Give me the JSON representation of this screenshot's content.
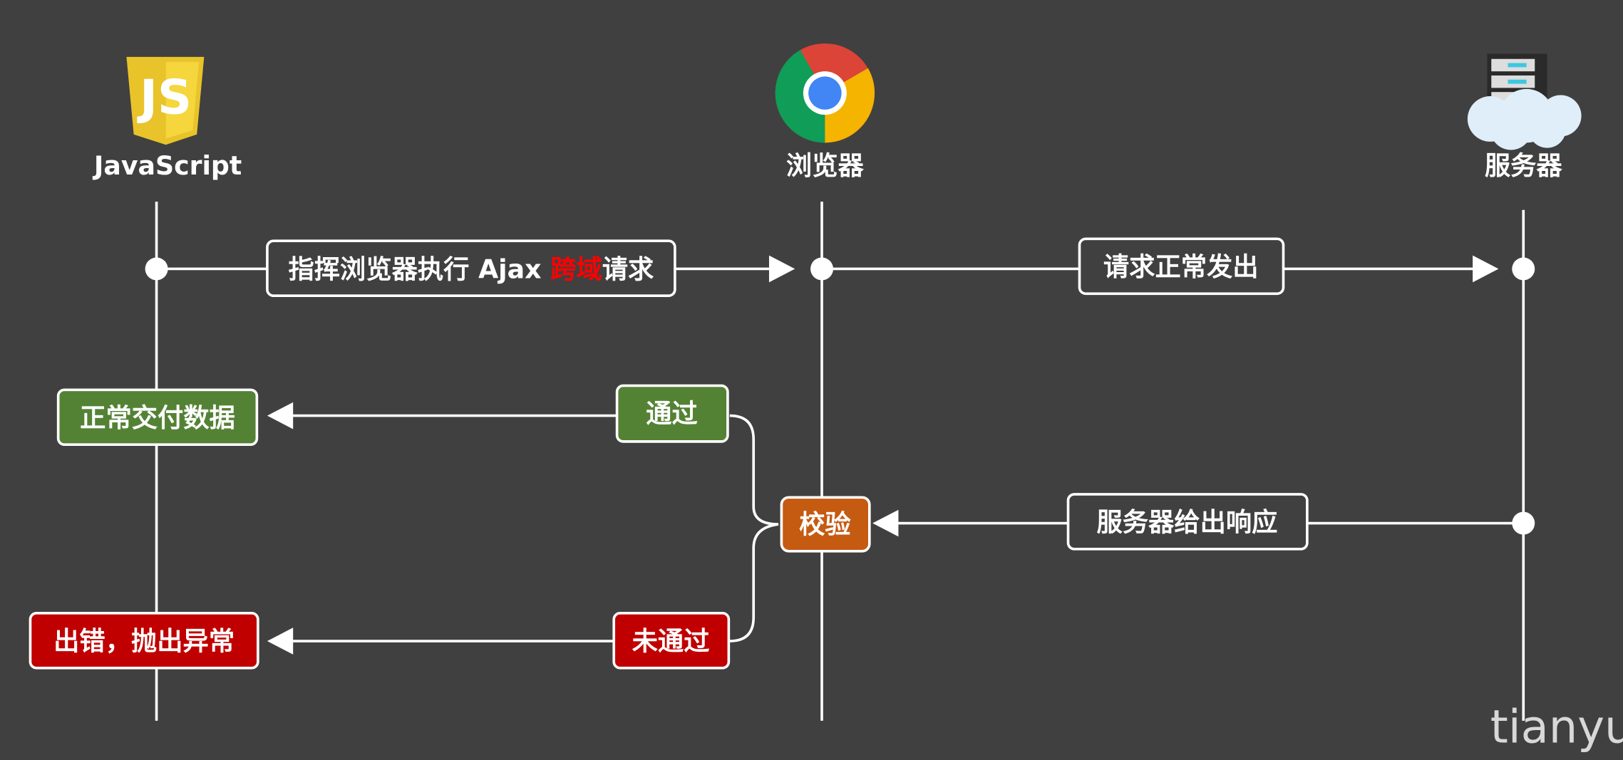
{
  "actors": {
    "js": {
      "label": "JavaScript",
      "icon": "javascript-logo-icon"
    },
    "browser": {
      "label": "浏览器",
      "icon": "chrome-logo-icon"
    },
    "server": {
      "label": "服务器",
      "icon": "server-cloud-icon"
    }
  },
  "steps": {
    "request": {
      "prefix": "指挥浏览器执行 Ajax ",
      "highlight": "跨域",
      "suffix": "请求",
      "highlight_color": "#ff0000"
    },
    "sent": "请求正常发出",
    "response": "服务器给出响应",
    "check": "校验",
    "pass": "通过",
    "fail": "未通过",
    "deliver": "正常交付数据",
    "error": "出错，抛出异常"
  },
  "colors": {
    "background": "#404040",
    "green": "#548235",
    "orange": "#c55a11",
    "red": "#c00000"
  },
  "watermark": "tianyu"
}
